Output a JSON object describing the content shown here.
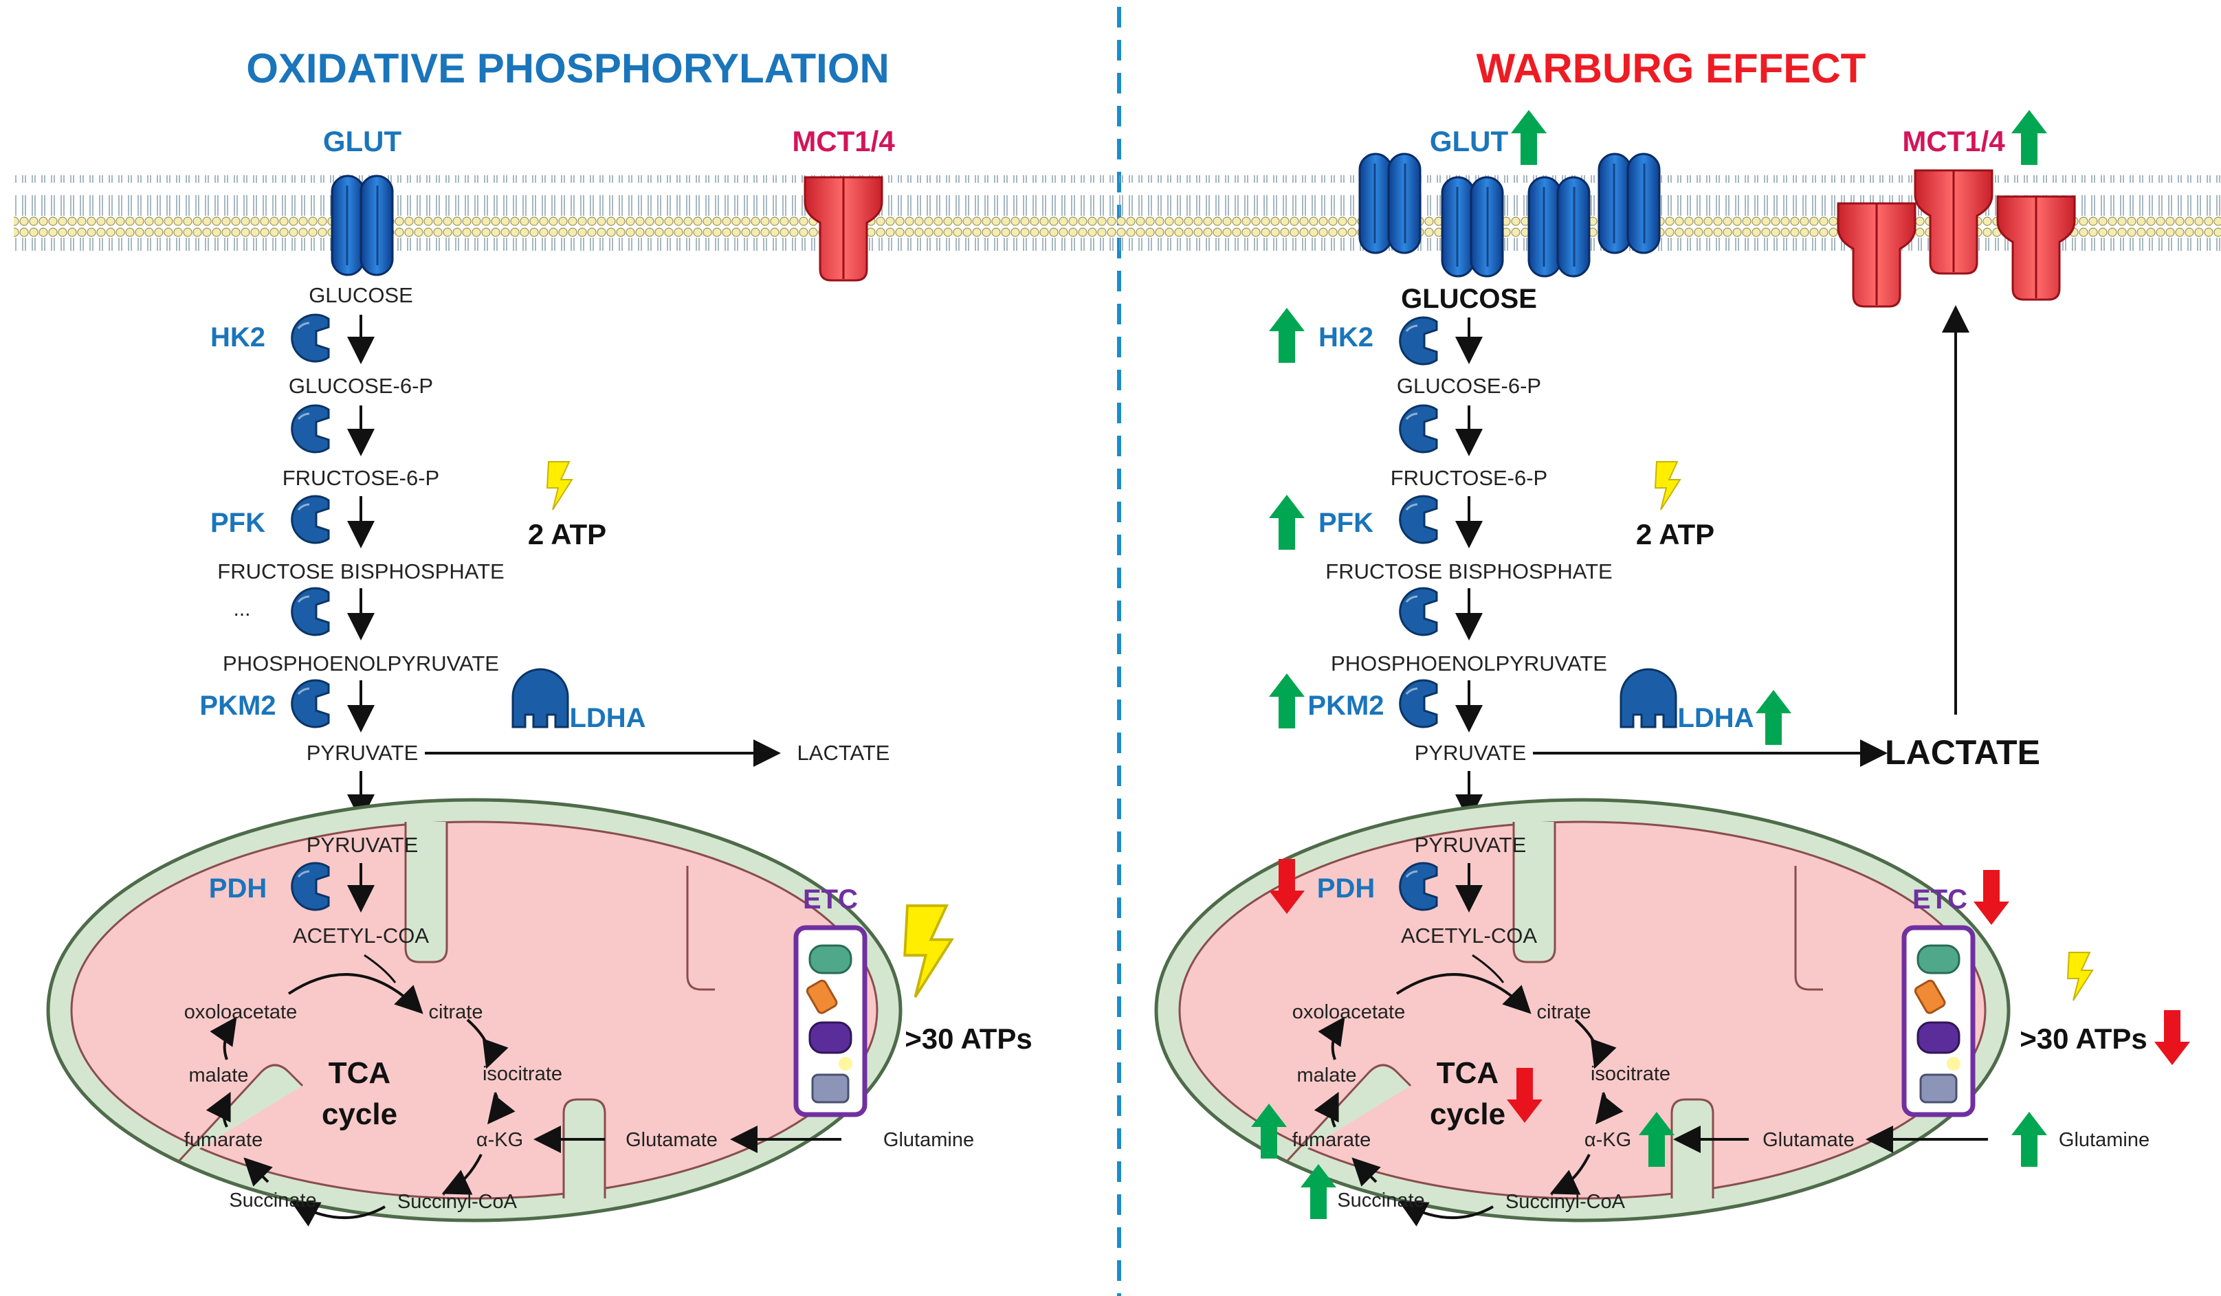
{
  "left_panel": {
    "title": "OXIDATIVE PHOSPHORYLATION",
    "transporters": {
      "glut": "GLUT",
      "mct": "MCT1/4"
    },
    "metabolites": {
      "glucose": "GLUCOSE",
      "g6p": "GLUCOSE-6-P",
      "f6p": "FRUCTOSE-6-P",
      "fbp": "FRUCTOSE BISPHOSPHATE",
      "pep": "PHOSPHOENOLPYRUVATE",
      "pyruvate": "PYRUVATE",
      "lactate": "LACTATE",
      "mito_pyruvate": "PYRUVATE",
      "acetyl_coa": "ACETYL-COA"
    },
    "enzymes": {
      "hk2": "HK2",
      "pfk": "PFK",
      "ellipsis": "...",
      "pkm2": "PKM2",
      "ldha": "LDHA",
      "pdh": "PDH"
    },
    "atp_glycolysis": "2 ATP",
    "atp_oxphos": ">30 ATPs",
    "etc": "ETC",
    "tca": {
      "label_line1": "TCA",
      "label_line2": "cycle",
      "citrate": "citrate",
      "isocitrate": "isocitrate",
      "akg": "α-KG",
      "succinyl_coa": "Succinyl-CoA",
      "succinate": "Succinate",
      "fumarate": "fumarate",
      "malate": "malate",
      "oxaloacetate": "oxoloacetate"
    },
    "glutamate": "Glutamate",
    "glutamine": "Glutamine"
  },
  "right_panel": {
    "title": "WARBURG EFFECT",
    "transporters": {
      "glut": "GLUT",
      "mct": "MCT1/4"
    },
    "metabolites": {
      "glucose": "GLUCOSE",
      "g6p": "GLUCOSE-6-P",
      "f6p": "FRUCTOSE-6-P",
      "fbp": "FRUCTOSE BISPHOSPHATE",
      "pep": "PHOSPHOENOLPYRUVATE",
      "pyruvate": "PYRUVATE",
      "lactate": "LACTATE",
      "mito_pyruvate": "PYRUVATE",
      "acetyl_coa": "ACETYL-COA"
    },
    "enzymes": {
      "hk2": "HK2",
      "pfk": "PFK",
      "pkm2": "PKM2",
      "ldha": "LDHA",
      "pdh": "PDH"
    },
    "atp_glycolysis": "2 ATP",
    "atp_oxphos": ">30 ATPs",
    "etc": "ETC",
    "tca": {
      "label_line1": "TCA",
      "label_line2": "cycle",
      "citrate": "citrate",
      "isocitrate": "isocitrate",
      "akg": "α-KG",
      "succinyl_coa": "Succinyl-CoA",
      "succinate": "Succinate",
      "fumarate": "fumarate",
      "malate": "malate",
      "oxaloacetate": "oxoloacetate"
    },
    "glutamate": "Glutamate",
    "glutamine": "Glutamine"
  },
  "colors": {
    "title_left": "#1a75bb",
    "title_right": "#ed1c24",
    "enzyme_blue": "#1a75bb",
    "mct_red": "#d4145a",
    "etc_purple": "#7030a0",
    "up_green": "#00a651",
    "down_red": "#e8131c",
    "divider": "#1a8ccc",
    "bolt_yellow": "#ffee00",
    "mito_outer": "#d4e6d0",
    "mito_inner": "#f9c9c9"
  },
  "icons": {
    "transporter_glut": "glut-transporter-icon",
    "transporter_mct": "mct-transporter-icon",
    "enzyme": "enzyme-pacman-icon",
    "ldha": "ldha-enzyme-icon",
    "atp": "lightning-bolt-icon",
    "up": "arrow-up-icon",
    "down": "arrow-down-icon"
  }
}
